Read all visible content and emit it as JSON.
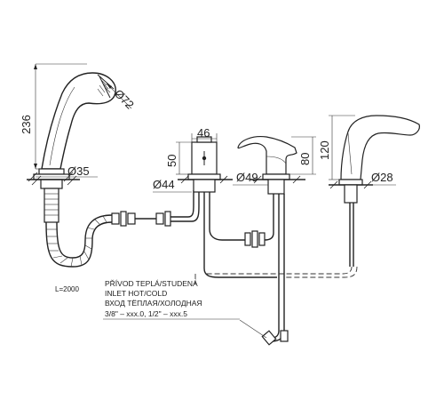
{
  "dimensions": {
    "handshower_height": "236",
    "handshower_head_diameter": "Ø72",
    "handshower_base_diameter": "Ø35",
    "hose_length": "L=2000",
    "diverter_width": "46",
    "diverter_height": "50",
    "diverter_base_diameter": "Ø44",
    "mixer_height": "80",
    "mixer_base_diameter": "Ø49",
    "spout_height": "120",
    "spout_base_diameter": "Ø28"
  },
  "inlet_note": {
    "line1": "PŘÍVOD TEPLÁ/STUDENÁ",
    "line2": "INLET HOT/COLD",
    "line3": "ВХОД ТЁПЛАЯ/ХОЛОДНАЯ",
    "line4": "3/8\" – xxx.0, 1/2\" – xxx.5"
  }
}
